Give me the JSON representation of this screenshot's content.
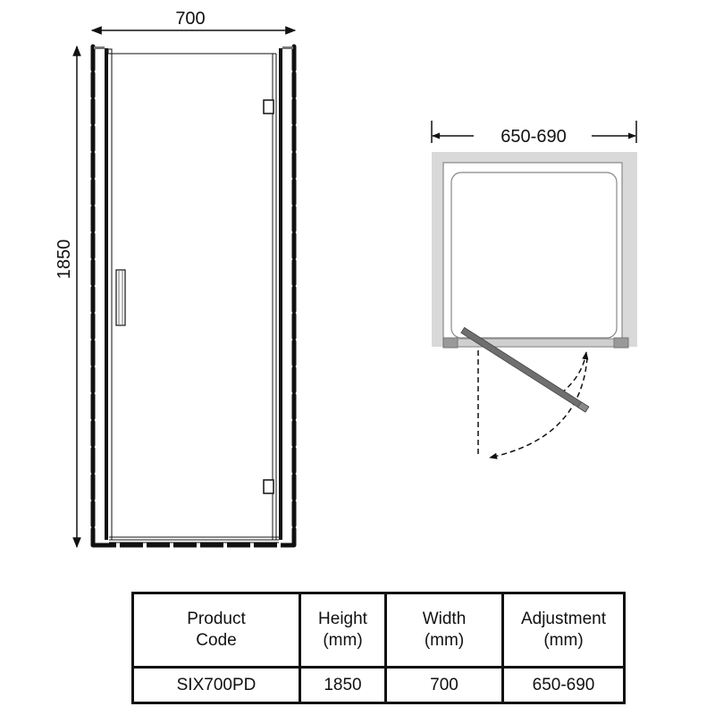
{
  "front_elevation": {
    "width_label": "700",
    "height_label": "1850"
  },
  "plan_view": {
    "adjustment_label": "650-690",
    "colors": {
      "wall": "#d9d9d9",
      "tray_outline": "#888888",
      "door_panel": "#6f6f6f",
      "hinge_block": "#999999"
    }
  },
  "spec_table": {
    "headers": [
      {
        "line1": "Product",
        "line2": "Code"
      },
      {
        "line1": "Height",
        "line2": "(mm)"
      },
      {
        "line1": "Width",
        "line2": "(mm)"
      },
      {
        "line1": "Adjustment",
        "line2": "(mm)"
      }
    ],
    "rows": [
      {
        "product_code": "SIX700PD",
        "height": "1850",
        "width": "700",
        "adjustment": "650-690"
      }
    ]
  }
}
